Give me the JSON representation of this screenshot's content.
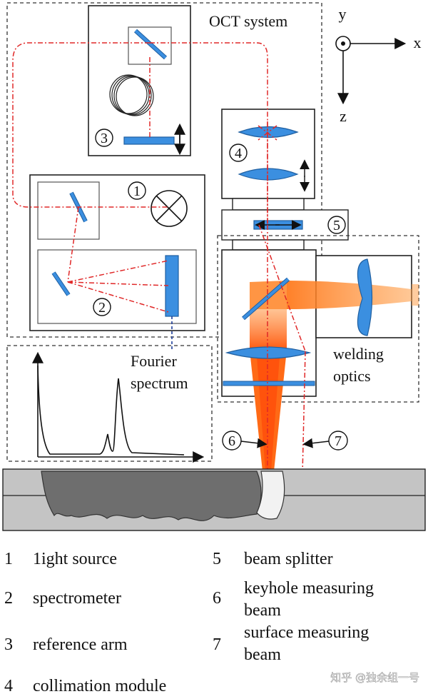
{
  "labels": {
    "oct_system": "OCT system",
    "fourier_spectrum_line1": "Fourier",
    "fourier_spectrum_line2": "spectrum",
    "welding_optics_line1": "welding",
    "welding_optics_line2": "optics"
  },
  "axes": {
    "y": "y",
    "x": "x",
    "z": "z"
  },
  "component_numbers": [
    "1",
    "2",
    "3",
    "4",
    "5",
    "6",
    "7"
  ],
  "legend": [
    {
      "num": "1",
      "lines": [
        "1ight source"
      ]
    },
    {
      "num": "2",
      "lines": [
        "spectrometer"
      ]
    },
    {
      "num": "3",
      "lines": [
        "reference arm"
      ]
    },
    {
      "num": "4",
      "lines": [
        "collimation module"
      ]
    },
    {
      "num": "5",
      "lines": [
        "beam splitter"
      ]
    },
    {
      "num": "6",
      "lines": [
        "keyhole measuring",
        "beam"
      ]
    },
    {
      "num": "7",
      "lines": [
        "surface measuring",
        "beam"
      ]
    }
  ],
  "watermark": "知乎 @独余组一号",
  "colors": {
    "laser_line": "#e02828",
    "optic_blue": "#3b8fe0",
    "welding_orange": "#ff7a1e",
    "box_border": "#222222",
    "workpiece_light": "#c4c4c4",
    "workpiece_dark": "#6e6e6e"
  }
}
